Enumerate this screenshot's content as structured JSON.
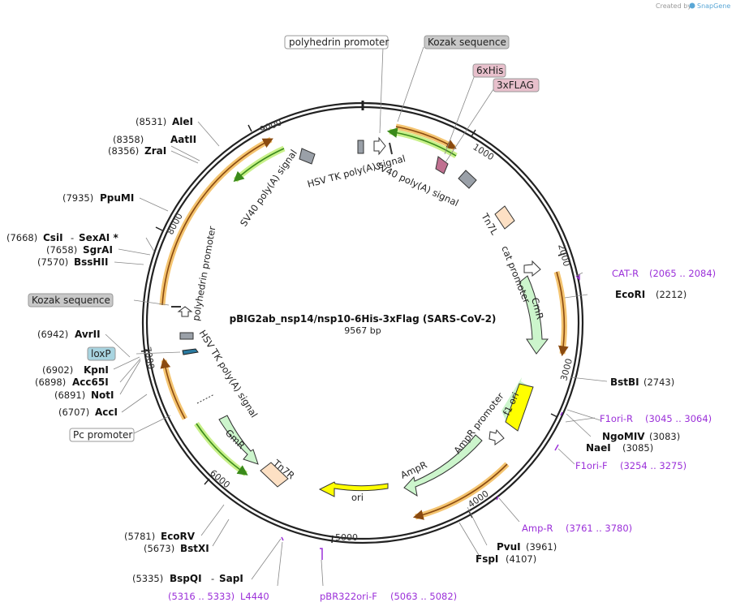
{
  "credit": {
    "created_by": "Created by",
    "brand": "SnapGene"
  },
  "plasmid": {
    "name": "pBIG2ab_nsp14/nsp10-6His-3xFlag (SARS-CoV-2)",
    "length": "9567 bp"
  },
  "ticks": [
    "1000",
    "2000",
    "3000",
    "4000",
    "5000",
    "6000",
    "7000",
    "8000",
    "9000"
  ],
  "sites": [
    {
      "name": "AleI",
      "pos": "(8531)"
    },
    {
      "name": "AatII",
      "pos": "(8358)"
    },
    {
      "name": "ZraI",
      "pos": "(8356)"
    },
    {
      "name": "PpuMI",
      "pos": "(7935)"
    },
    {
      "name": "CsiI",
      "pos": "(7668)",
      "joiner": "-",
      "second": "SexAI *"
    },
    {
      "name": "SgrAI",
      "pos": "(7658)"
    },
    {
      "name": "BssHII",
      "pos": "(7570)"
    },
    {
      "name": "AvrII",
      "pos": "(6942)"
    },
    {
      "name": "KpnI",
      "pos": "(6902)"
    },
    {
      "name": "Acc65I",
      "pos": "(6898)"
    },
    {
      "name": "NotI",
      "pos": "(6891)"
    },
    {
      "name": "AccI",
      "pos": "(6707)"
    },
    {
      "name": "EcoRV",
      "pos": "(5781)"
    },
    {
      "name": "BstXI",
      "pos": "(5673)"
    },
    {
      "name": "BspQI",
      "pos": "(5335)",
      "joiner": "-",
      "second": "SapI"
    },
    {
      "name": "EcoRI",
      "pos": "(2212)"
    },
    {
      "name": "BstBI",
      "pos": "(2743)"
    },
    {
      "name": "NgoMIV",
      "pos": "(3083)"
    },
    {
      "name": "NaeI",
      "pos": "(3085)"
    },
    {
      "name": "PvuI",
      "pos": "(3961)"
    },
    {
      "name": "FspI",
      "pos": "(4107)"
    }
  ],
  "primers": [
    {
      "name": "CAT-R",
      "range": "(2065 .. 2084)"
    },
    {
      "name": "F1ori-R",
      "range": "(3045 .. 3064)"
    },
    {
      "name": "F1ori-F",
      "range": "(3254 .. 3275)"
    },
    {
      "name": "Amp-R",
      "range": "(3761 .. 3780)"
    },
    {
      "name": "pBR322ori-F",
      "range": "(5063 .. 5082)"
    },
    {
      "name": "L4440",
      "range": "(5316 .. 5333)"
    }
  ],
  "boxed_labels": [
    {
      "text": "polyhedrin promoter"
    },
    {
      "text": "Kozak sequence"
    },
    {
      "text": "6xHis"
    },
    {
      "text": "3xFLAG"
    },
    {
      "text": "Kozak sequence"
    },
    {
      "text": "loxP"
    },
    {
      "text": "Pc promoter"
    }
  ],
  "features": [
    {
      "text": "SV40 poly(A) signal"
    },
    {
      "text": "HSV TK poly(A) signal"
    },
    {
      "text": "Tn7L"
    },
    {
      "text": "cat promoter"
    },
    {
      "text": "CmR"
    },
    {
      "text": "f1 ori"
    },
    {
      "text": "AmpR promoter"
    },
    {
      "text": "AmpR"
    },
    {
      "text": "ori"
    },
    {
      "text": "Tn7R"
    },
    {
      "text": "GmR"
    },
    {
      "text": "HSV TK poly(A) signal"
    },
    {
      "text": "polyhedrin promoter"
    },
    {
      "text": "SV40 poly(A) signal"
    }
  ],
  "colors": {
    "backbone": "#222222",
    "orf_orange": "#f0b040",
    "orf_arrow": "#8a4a10",
    "green_arrow": "#3a8a1a",
    "green_glow": "#c8f08a",
    "cmr_fill": "#ccf5cc",
    "f1_fill": "#ffff00",
    "tn7_fill": "#fde0c4",
    "polya_fill": "#9aa0a8",
    "primer": "#9b30d9",
    "his_fill": "#e8c0cc",
    "lox_fill": "#a8d4e0",
    "kozak_fill": "#c8c8c8"
  }
}
